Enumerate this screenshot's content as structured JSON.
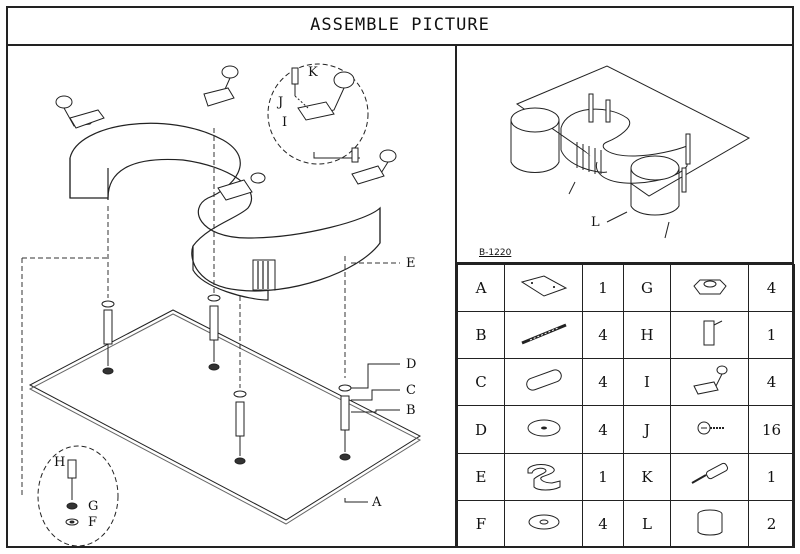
{
  "title": "ASSEMBLE  PICTURE",
  "model_code": "B-1220",
  "callouts": {
    "A": "A",
    "B": "B",
    "C": "C",
    "D": "D",
    "E": "E",
    "F": "F",
    "G": "G",
    "H": "H",
    "I": "I",
    "J": "J",
    "K": "K",
    "L": "L"
  },
  "parts": [
    {
      "left_letter": "A",
      "left_qty": "1",
      "left_icon": "glass-plate-icon",
      "right_letter": "G",
      "right_qty": "4",
      "right_icon": "nut-icon"
    },
    {
      "left_letter": "B",
      "left_qty": "4",
      "left_icon": "threaded-rod-icon",
      "right_letter": "H",
      "right_qty": "1",
      "right_icon": "hex-key-icon"
    },
    {
      "left_letter": "C",
      "left_qty": "4",
      "left_icon": "tube-leg-icon",
      "right_letter": "I",
      "right_qty": "4",
      "right_icon": "bracket-icon"
    },
    {
      "left_letter": "D",
      "left_qty": "4",
      "left_icon": "washer-icon",
      "right_letter": "J",
      "right_qty": "16",
      "right_icon": "screw-icon"
    },
    {
      "left_letter": "E",
      "left_qty": "1",
      "left_icon": "s-base-icon",
      "right_letter": "K",
      "right_qty": "1",
      "right_icon": "screwdriver-icon"
    },
    {
      "left_letter": "F",
      "left_qty": "4",
      "left_icon": "flat-washer-icon",
      "right_letter": "L",
      "right_qty": "2",
      "right_icon": "stool-icon"
    }
  ]
}
